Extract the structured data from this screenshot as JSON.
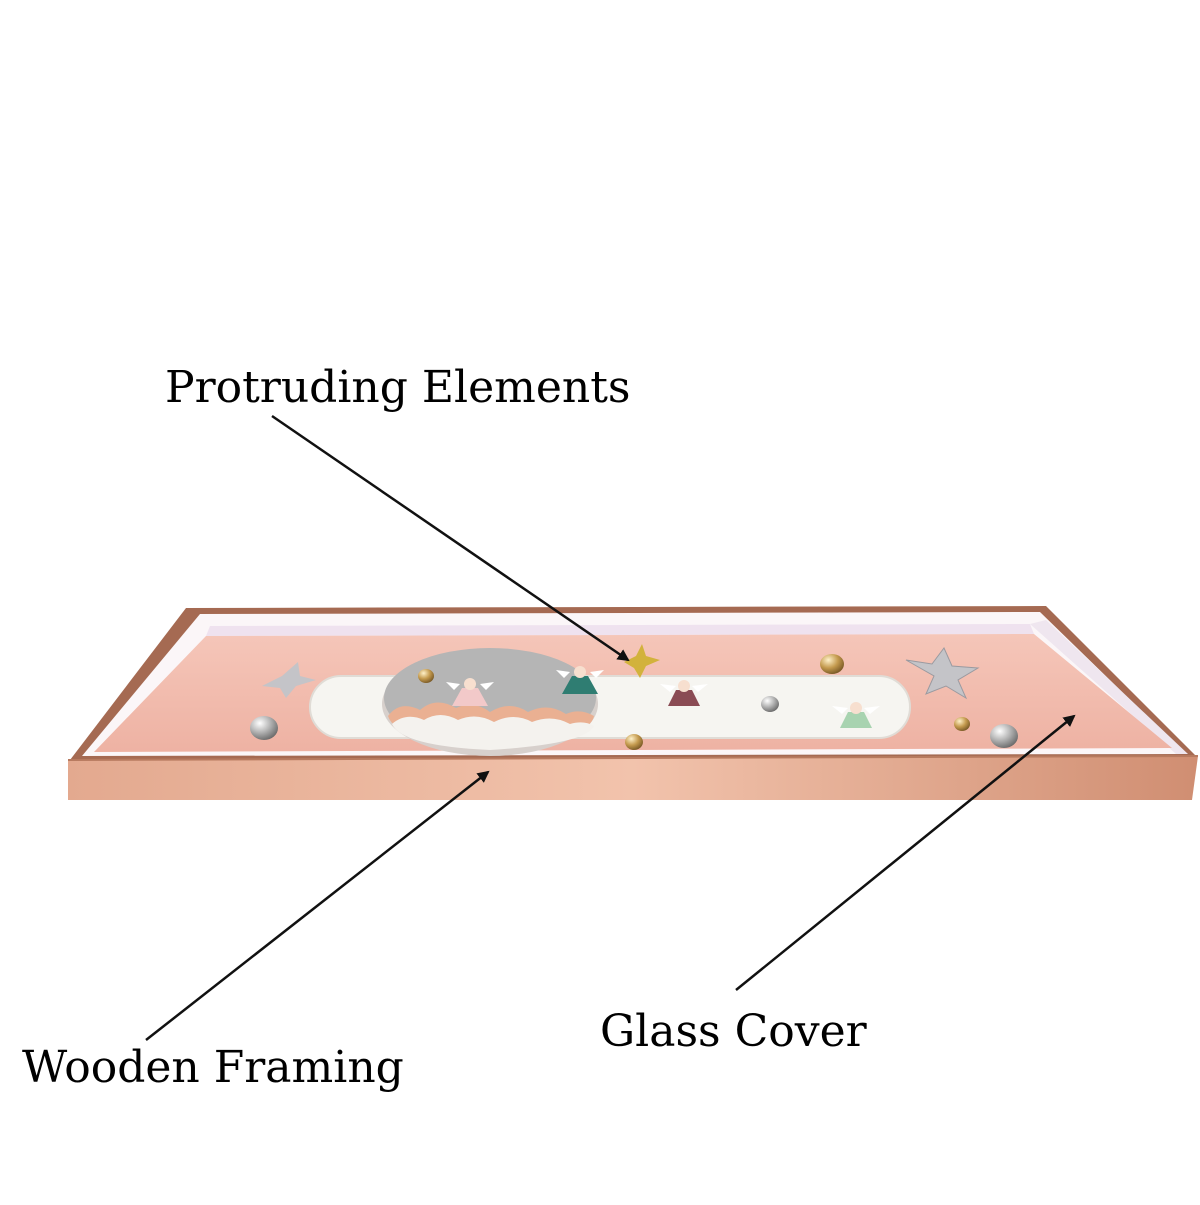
{
  "labels": {
    "protruding": "Protruding Elements",
    "glass_cover": "Glass Cover",
    "wooden_framing": "Wooden Framing"
  },
  "colors": {
    "frame_copper": "#d9957c",
    "frame_copper_dark": "#a56a52",
    "backing_pink": "#ecb4a6",
    "inner_white": "#fbf6f8",
    "inner_lilac": "#efe2ef",
    "cloud_grey": "#b5b5b5",
    "cloud_peach": "#eab092",
    "star_silver": "#c4c4c8",
    "star_gold": "#d2b23c",
    "bead_metal": "#bdbdbd",
    "arrow": "#111111"
  }
}
